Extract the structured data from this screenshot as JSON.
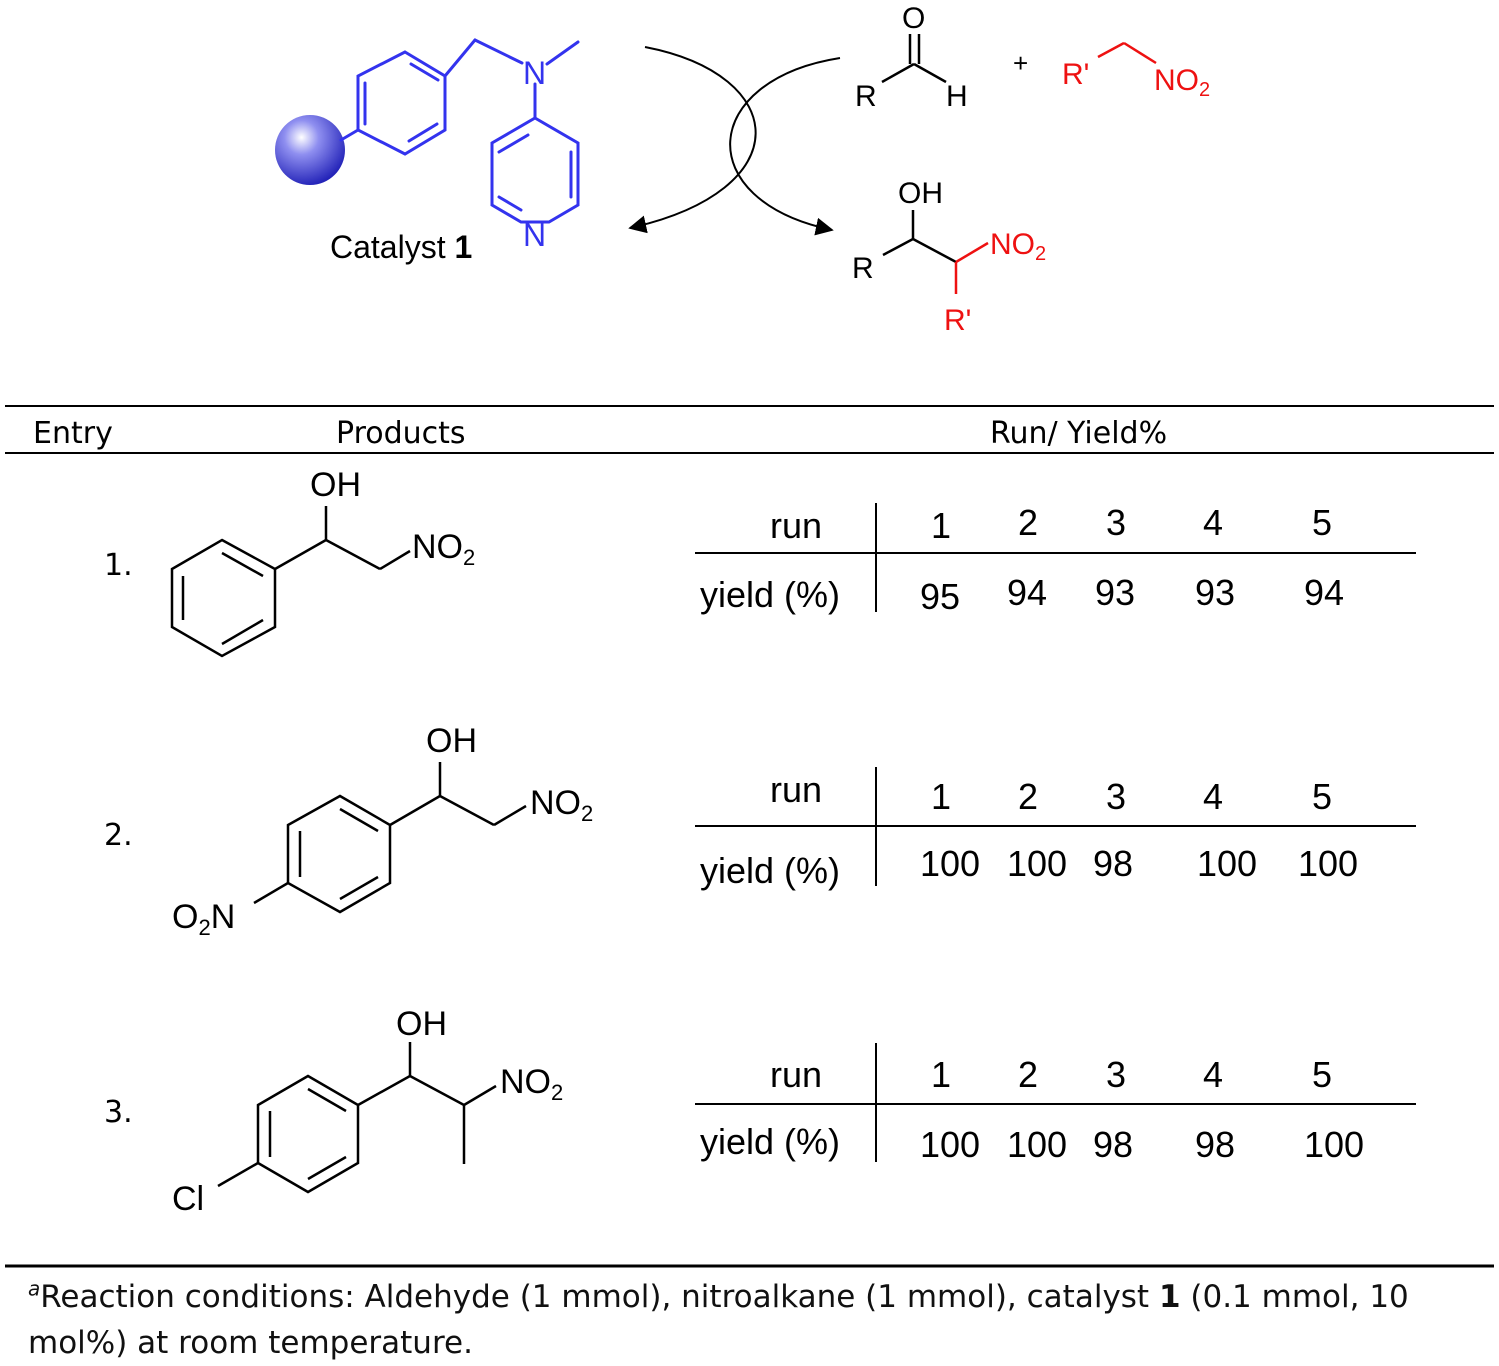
{
  "scheme": {
    "catalyst_label": "Catalyst ",
    "catalyst_number": "1",
    "atom_N_amine": "N",
    "atom_N_pyridine": "N",
    "aldehyde": {
      "O": "O",
      "R": "R",
      "H": "H"
    },
    "plus": "+",
    "nitroalkane": {
      "R": "R'",
      "group": "NO",
      "sub": "2"
    },
    "product": {
      "OH": "OH",
      "R": "R",
      "group": "NO",
      "sub": "2",
      "R2": "R'"
    },
    "colors": {
      "catalyst": "#3333ee",
      "nitro": "#ee1111",
      "sphere": "#3b3bd6"
    }
  },
  "table": {
    "headers": {
      "entry": "Entry",
      "products": "Products",
      "runs": "Run/ Yield%"
    },
    "run_label": "run",
    "yield_label": "yield (%)",
    "runs": [
      "1",
      "2",
      "3",
      "4",
      "5"
    ],
    "rows": [
      {
        "entry": "1.",
        "product": {
          "OH": "OH",
          "NO2": "NO",
          "sub": "2"
        },
        "yields": [
          "95",
          "94",
          "93",
          "93",
          "94"
        ]
      },
      {
        "entry": "2.",
        "product": {
          "OH": "OH",
          "NO2": "NO",
          "sub": "2",
          "O2N_O": "O",
          "O2N_sub": "2",
          "O2N_N": "N"
        },
        "yields": [
          "100",
          "100",
          "98",
          "100",
          "100"
        ]
      },
      {
        "entry": "3.",
        "product": {
          "OH": "OH",
          "NO2": "NO",
          "sub": "2",
          "Cl": "Cl"
        },
        "yields": [
          "100",
          "100",
          "98",
          "98",
          "100"
        ]
      }
    ]
  },
  "footnote": {
    "marker": "a",
    "text_before": "Reaction conditions: Aldehyde (1 mmol),  nitroalkane (1 mmol), catalyst ",
    "bold": "1",
    "text_after": " (0.1 mmol, 10 mol%) at room temperature."
  }
}
